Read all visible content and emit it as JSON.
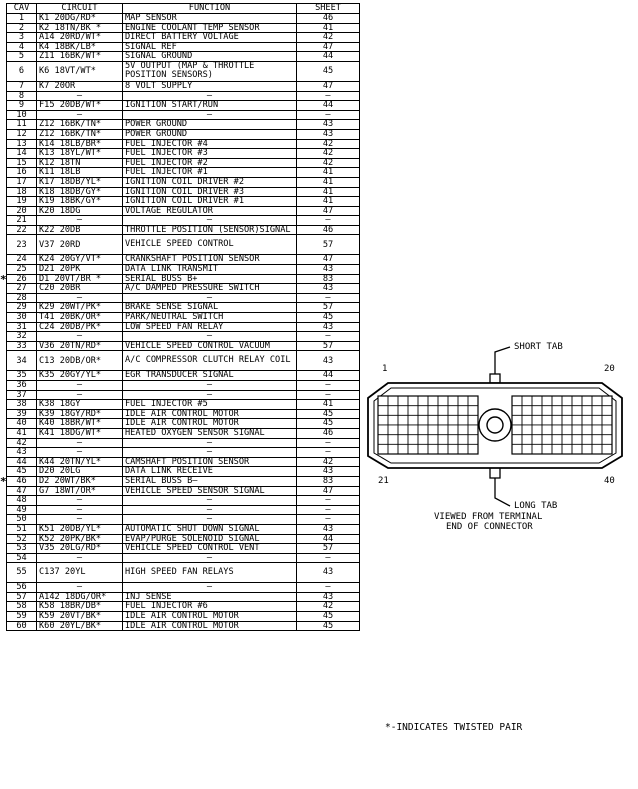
{
  "table": {
    "headers": {
      "cav": "CAV",
      "circuit": "CIRCUIT",
      "function": "FUNCTION",
      "sheet": "SHEET"
    },
    "rows": [
      {
        "cav": "1",
        "circuit": "K1 20DG/RD*",
        "function": "MAP SENSOR",
        "sheet": "46"
      },
      {
        "cav": "2",
        "circuit": "K2 18TN/BK *",
        "function": "ENGINE COOLANT TEMP SENSOR",
        "sheet": "41"
      },
      {
        "cav": "3",
        "circuit": "A14 20RD/WT*",
        "function": "DIRECT BATTERY VOLTAGE",
        "sheet": "42"
      },
      {
        "cav": "4",
        "circuit": "K4 18BK/LB*",
        "function": "SIGNAL REF",
        "sheet": "47"
      },
      {
        "cav": "5",
        "circuit": "Z11 16BK/WT*",
        "function": "SIGNAL GROUND",
        "sheet": "44"
      },
      {
        "cav": "6",
        "circuit": "K6 18VT/WT*",
        "function": "5V OUTPUT (MAP & THROTTLE POSITION SENSORS)",
        "sheet": "45",
        "tall": true
      },
      {
        "cav": "7",
        "circuit": "K7 20OR",
        "function": "8 VOLT SUPPLY",
        "sheet": "47"
      },
      {
        "cav": "8",
        "circuit": "—",
        "function": "—",
        "sheet": "—"
      },
      {
        "cav": "9",
        "circuit": "F15 20DB/WT*",
        "function": "IGNITION START/RUN",
        "sheet": "44"
      },
      {
        "cav": "10",
        "circuit": "—",
        "function": "—",
        "sheet": "—"
      },
      {
        "cav": "11",
        "circuit": "Z12 16BK/TN*",
        "function": "POWER GROUND",
        "sheet": "43"
      },
      {
        "cav": "12",
        "circuit": "Z12 16BK/TN*",
        "function": "POWER GROUND",
        "sheet": "43"
      },
      {
        "cav": "13",
        "circuit": "K14 18LB/BR*",
        "function": "FUEL INJECTOR #4",
        "sheet": "42"
      },
      {
        "cav": "14",
        "circuit": "K13 18YL/WT*",
        "function": "FUEL INJECTOR #3",
        "sheet": "42"
      },
      {
        "cav": "15",
        "circuit": "K12 18TN",
        "function": "FUEL INJECTOR #2",
        "sheet": "42"
      },
      {
        "cav": "16",
        "circuit": "K11 18LB",
        "function": "FUEL INJECTOR #1",
        "sheet": "41"
      },
      {
        "cav": "17",
        "circuit": "K17 18DB/YL*",
        "function": "IGNITION COIL DRIVER #2",
        "sheet": "41"
      },
      {
        "cav": "18",
        "circuit": "K18 18DB/GY*",
        "function": "IGNITION COIL DRIVER #3",
        "sheet": "41"
      },
      {
        "cav": "19",
        "circuit": "K19 18BK/GY*",
        "function": "IGNITION COIL DRIVER #1",
        "sheet": "41"
      },
      {
        "cav": "20",
        "circuit": "K20 18DG",
        "function": "VOLTAGE REGULATOR",
        "sheet": "47"
      },
      {
        "cav": "21",
        "circuit": "—",
        "function": "—",
        "sheet": "—"
      },
      {
        "cav": "22",
        "circuit": "K22 20DB",
        "function": "THROTTLE POSITION (SENSOR)SIGNAL",
        "sheet": "46"
      },
      {
        "cav": "23",
        "circuit": "V37 20RD",
        "function": "VEHICLE SPEED CONTROL",
        "sheet": "57",
        "tall": true
      },
      {
        "cav": "24",
        "circuit": "K24 20GY/VT*",
        "function": "CRANKSHAFT POSITION SENSOR",
        "sheet": "47"
      },
      {
        "cav": "25",
        "circuit": "D21 20PK",
        "function": "DATA LINK TRANSMIT",
        "sheet": "43"
      },
      {
        "cav": "26",
        "circuit": "D1 20VT/BR *",
        "function": "SERIAL BUSS B+",
        "sheet": "83",
        "star": true
      },
      {
        "cav": "27",
        "circuit": "C20 20BR",
        "function": "A/C DAMPED PRESSURE SWITCH",
        "sheet": "43"
      },
      {
        "cav": "28",
        "circuit": "—",
        "function": "—",
        "sheet": "—"
      },
      {
        "cav": "29",
        "circuit": "K29 20WT/PK*",
        "function": "BRAKE SENSE SIGNAL",
        "sheet": "57"
      },
      {
        "cav": "30",
        "circuit": "T41 20BK/OR*",
        "function": "PARK/NEUTRAL SWITCH",
        "sheet": "45"
      },
      {
        "cav": "31",
        "circuit": "C24 20DB/PK*",
        "function": "LOW SPEED FAN RELAY",
        "sheet": "43"
      },
      {
        "cav": "32",
        "circuit": "—",
        "function": "—",
        "sheet": "—"
      },
      {
        "cav": "33",
        "circuit": "V36 20TN/RD*",
        "function": "VEHICLE SPEED CONTROL VACUUM",
        "sheet": "57"
      },
      {
        "cav": "34",
        "circuit": "C13 20DB/OR*",
        "function": "A/C COMPRESSOR CLUTCH RELAY COIL",
        "sheet": "43",
        "tall": true
      },
      {
        "cav": "35",
        "circuit": "K35 20GY/YL*",
        "function": "EGR TRANSDUCER SIGNAL",
        "sheet": "44"
      },
      {
        "cav": "36",
        "circuit": "—",
        "function": "—",
        "sheet": "—"
      },
      {
        "cav": "37",
        "circuit": "—",
        "function": "—",
        "sheet": "—"
      },
      {
        "cav": "38",
        "circuit": "K38 18GY",
        "function": "FUEL INJECTOR #5",
        "sheet": "41"
      },
      {
        "cav": "39",
        "circuit": "K39 18GY/RD*",
        "function": "IDLE AIR CONTROL MOTOR",
        "sheet": "45"
      },
      {
        "cav": "40",
        "circuit": "K40 18BR/WT*",
        "function": "IDLE AIR CONTROL MOTOR",
        "sheet": "45"
      },
      {
        "cav": "41",
        "circuit": "K41 18DG/WT*",
        "function": "HEATED OXYGEN SENSOR SIGNAL",
        "sheet": "46"
      },
      {
        "cav": "42",
        "circuit": "—",
        "function": "—",
        "sheet": "—"
      },
      {
        "cav": "43",
        "circuit": "—",
        "function": "—",
        "sheet": "—"
      },
      {
        "cav": "44",
        "circuit": "K44 20TN/YL*",
        "function": "CAMSHAFT POSITION SENSOR",
        "sheet": "42"
      },
      {
        "cav": "45",
        "circuit": "D20 20LG",
        "function": "DATA LINK RECEIVE",
        "sheet": "43"
      },
      {
        "cav": "46",
        "circuit": "D2 20WT/BK*",
        "function": "SERIAL BUSS B—",
        "sheet": "83",
        "star": true
      },
      {
        "cav": "47",
        "circuit": "G7 18WT/OR*",
        "function": "VEHICLE SPEED SENSOR SIGNAL",
        "sheet": "47"
      },
      {
        "cav": "48",
        "circuit": "—",
        "function": "—",
        "sheet": "—"
      },
      {
        "cav": "49",
        "circuit": "—",
        "function": "—",
        "sheet": "—"
      },
      {
        "cav": "50",
        "circuit": "—",
        "function": "—",
        "sheet": "—"
      },
      {
        "cav": "51",
        "circuit": "K51 20DB/YL*",
        "function": "AUTOMATIC SHUT DOWN SIGNAL",
        "sheet": "43"
      },
      {
        "cav": "52",
        "circuit": "K52 20PK/BK*",
        "function": "EVAP/PURGE SOLENOID SIGNAL",
        "sheet": "44"
      },
      {
        "cav": "53",
        "circuit": "V35 20LG/RD*",
        "function": "VEHICLE SPEED CONTROL VENT",
        "sheet": "57"
      },
      {
        "cav": "54",
        "circuit": "—",
        "function": "—",
        "sheet": "—"
      },
      {
        "cav": "55",
        "circuit": "C137 20YL",
        "function": "HIGH SPEED FAN RELAYS",
        "sheet": "43",
        "tall": true
      },
      {
        "cav": "56",
        "circuit": "—",
        "function": "—",
        "sheet": "—"
      },
      {
        "cav": "57",
        "circuit": "A142 18DG/OR*",
        "function": "INJ SENSE",
        "sheet": "43"
      },
      {
        "cav": "58",
        "circuit": "K58 18BR/DB*",
        "function": "FUEL INJECTOR #6",
        "sheet": "42"
      },
      {
        "cav": "59",
        "circuit": "K59 20VT/BK*",
        "function": "IDLE AIR CONTROL MOTOR",
        "sheet": "45"
      },
      {
        "cav": "60",
        "circuit": "K60 20YL/BK*",
        "function": "IDLE AIR CONTROL MOTOR",
        "sheet": "45"
      }
    ]
  },
  "twisted_pair_mark": "*",
  "connector": {
    "short_tab_label": "SHORT TAB",
    "long_tab_label": "LONG TAB",
    "pin_1": "1",
    "pin_20": "20",
    "pin_21": "21",
    "pin_40": "40",
    "view_line1": "VIEWED FROM TERMINAL",
    "view_line2": "END OF CONNECTOR"
  },
  "note": "*-INDICATES TWISTED PAIR"
}
